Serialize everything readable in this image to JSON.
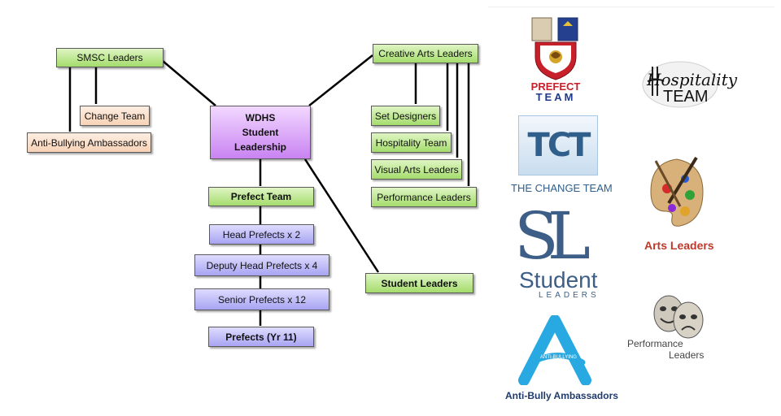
{
  "diagram": {
    "center": [
      "WDHS",
      "Student",
      "Leadership"
    ],
    "smsc": "SMSC Leaders",
    "change_team": "Change Team",
    "anti_bullying": "Anti-Bullying Ambassadors",
    "creative_arts": "Creative Arts Leaders",
    "set_designers": "Set Designers",
    "hospitality_team": "Hospitality Team",
    "visual_arts": "Visual Arts Leaders",
    "performance_leaders": "Performance Leaders",
    "student_leaders": "Student Leaders",
    "prefect_team": "Prefect Team",
    "head_prefects": "Head Prefects x 2",
    "deputy_head_prefects": "Deputy Head Prefects x 4",
    "senior_prefects": "Senior Prefects x 12",
    "prefects": "Prefects (Yr 11)"
  },
  "logos": {
    "prefect": {
      "line1": "PREFECT",
      "line2": "TEAM"
    },
    "hospitality": {
      "script": "Hospitality",
      "line2": "TEAM"
    },
    "tct": {
      "mark": "TCT",
      "caption": "THE CHANGE TEAM"
    },
    "arts": {
      "caption": "Arts Leaders"
    },
    "student": {
      "mark": "SL",
      "line1": "Student",
      "line2": "LEADERS"
    },
    "performance": {
      "line1": "Performance",
      "line2": "Leaders"
    },
    "anti_bully": {
      "mark": "A",
      "badge": "ANTI-BULLYING",
      "caption": "Anti-Bully Ambassadors"
    }
  },
  "colors": {
    "green": "#a4dc6c",
    "peach": "#f7d2b6",
    "purple": "#c983f2",
    "blue": "#a8a4f2",
    "tct_blue": "#2f5f8a",
    "sl_blue": "#3d5f87",
    "anti_bully_blue": "#29a9e1",
    "prefect_navy": "#1f3a8a"
  }
}
